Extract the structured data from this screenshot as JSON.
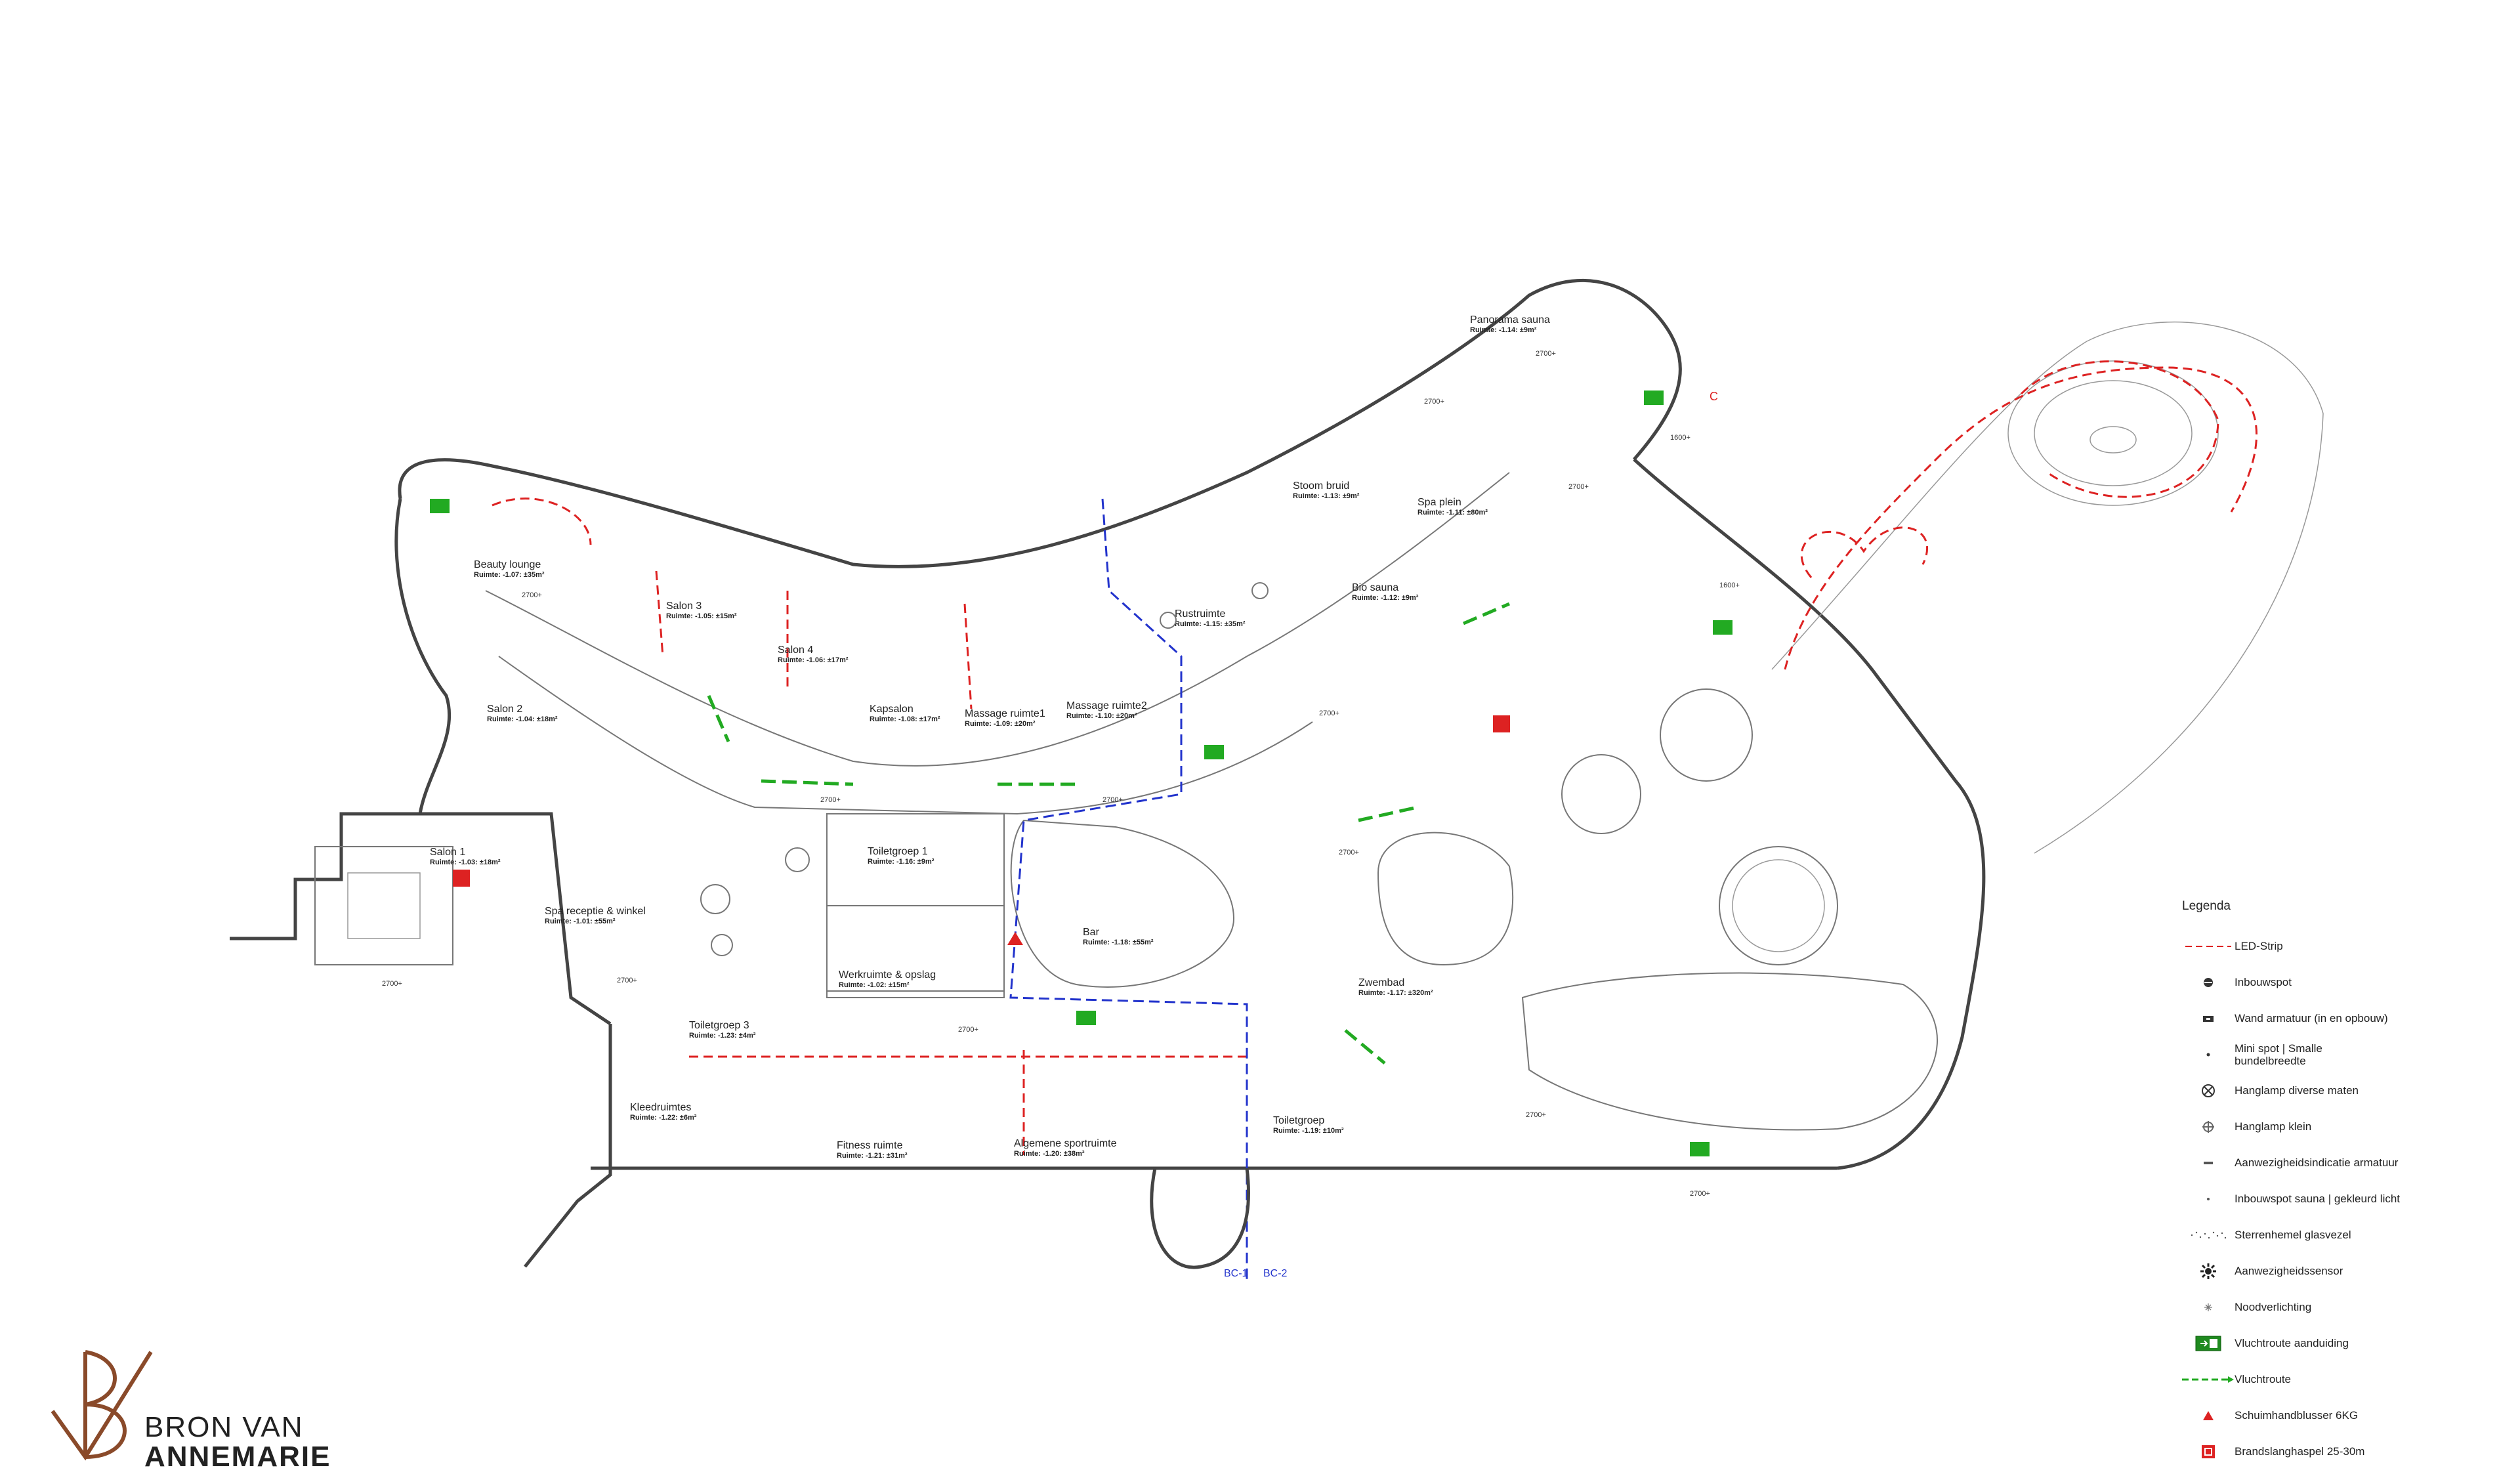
{
  "rooms": [
    {
      "name": "Panorama sauna",
      "code": "Ruimte: -1.14: ±9m²"
    },
    {
      "name": "Stoom bruid",
      "code": "Ruimte: -1.13: ±9m²"
    },
    {
      "name": "Spa plein",
      "code": "Ruimte: -1.11: ±80m²"
    },
    {
      "name": "Bio sauna",
      "code": "Ruimte: -1.12: ±9m²"
    },
    {
      "name": "Rustruimte",
      "code": "Ruimte: -1.15: ±35m²"
    },
    {
      "name": "Beauty lounge",
      "code": "Ruimte: -1.07: ±35m²"
    },
    {
      "name": "Salon 3",
      "code": "Ruimte: -1.05: ±15m²"
    },
    {
      "name": "Salon 4",
      "code": "Ruimte: -1.06: ±17m²"
    },
    {
      "name": "Salon 2",
      "code": "Ruimte: -1.04: ±18m²"
    },
    {
      "name": "Kapsalon",
      "code": "Ruimte: -1.08: ±17m²"
    },
    {
      "name": "Massage ruimte1",
      "code": "Ruimte: -1.09: ±20m²"
    },
    {
      "name": "Massage ruimte2",
      "code": "Ruimte: -1.10: ±20m²"
    },
    {
      "name": "Salon 1",
      "code": "Ruimte: -1.03: ±18m²"
    },
    {
      "name": "Spa receptie & winkel",
      "code": "Ruimte: -1.01: ±55m²"
    },
    {
      "name": "Toiletgroep 1",
      "code": "Ruimte: -1.16: ±9m²"
    },
    {
      "name": "Werkruimte & opslag",
      "code": "Ruimte: -1.02: ±15m²"
    },
    {
      "name": "Bar",
      "code": "Ruimte: -1.18: ±55m²"
    },
    {
      "name": "Zwembad",
      "code": "Ruimte: -1.17: ±320m²"
    },
    {
      "name": "Toiletgroep 3",
      "code": "Ruimte: -1.23: ±4m²"
    },
    {
      "name": "Kleedruimtes",
      "code": "Ruimte: -1.22: ±6m²"
    },
    {
      "name": "Fitness ruimte",
      "code": "Ruimte: -1.21: ±31m²"
    },
    {
      "name": "Algemene sportruimte",
      "code": "Ruimte: -1.20: ±38m²"
    },
    {
      "name": "Toiletgroep",
      "code": "Ruimte: -1.19: ±10m²"
    }
  ],
  "heights": {
    "h2700": "2700+",
    "h1600": "1600+"
  },
  "section_labels": {
    "bc1": "BC-1",
    "bc2": "BC-2",
    "c": "C"
  },
  "legend": {
    "title": "Legenda",
    "items": [
      {
        "label": "LED-Strip",
        "icon": "led-strip-icon"
      },
      {
        "label": "Inbouwspot",
        "icon": "recessed-spot-icon"
      },
      {
        "label": "Wand armatuur (in en opbouw)",
        "icon": "wall-fixture-icon"
      },
      {
        "label": "Mini spot | Smalle bundelbreedte",
        "icon": "mini-spot-icon"
      },
      {
        "label": "Hanglamp diverse maten",
        "icon": "pendant-lamp-icon"
      },
      {
        "label": "Hanglamp klein",
        "icon": "small-pendant-icon"
      },
      {
        "label": "Aanwezigheidsindicatie armatuur",
        "icon": "presence-indicator-icon"
      },
      {
        "label": "Inbouwspot sauna | gekleurd licht",
        "icon": "sauna-spot-icon"
      },
      {
        "label": "Sterrenhemel glasvezel",
        "icon": "starry-sky-icon"
      },
      {
        "label": "Aanwezigheidssensor",
        "icon": "presence-sensor-icon"
      },
      {
        "label": "Noodverlichting",
        "icon": "emergency-light-icon"
      },
      {
        "label": "Vluchtroute aanduiding",
        "icon": "exit-sign-icon"
      },
      {
        "label": "Vluchtroute",
        "icon": "escape-route-icon"
      },
      {
        "label": "Schuimhandblusser 6KG",
        "icon": "fire-extinguisher-icon"
      },
      {
        "label": "Brandslanghaspel 25-30m",
        "icon": "fire-hose-icon"
      }
    ]
  },
  "logo": {
    "line1": "BRON VAN",
    "line2": "ANNEMARIE"
  },
  "colors": {
    "led": "#dd2222",
    "route": "#22aa22",
    "wall": "#444444",
    "section": "#2233cc"
  }
}
